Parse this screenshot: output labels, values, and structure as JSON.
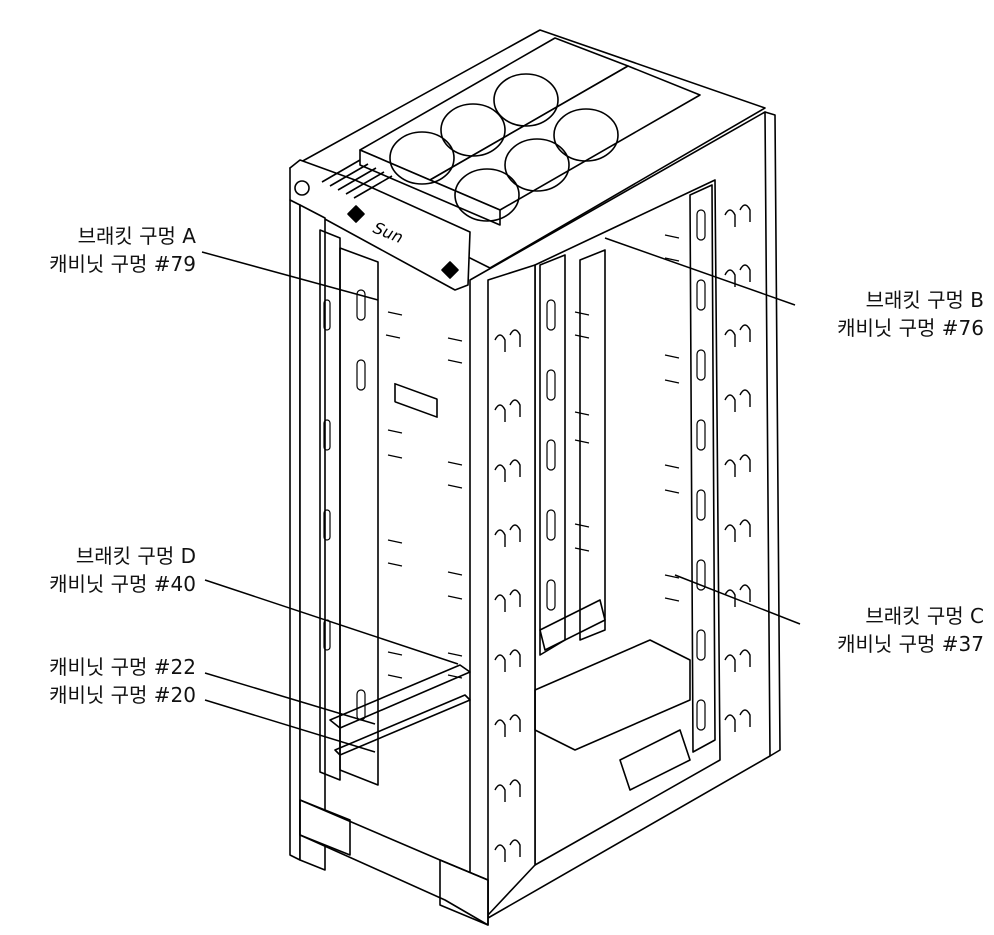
{
  "figure": {
    "brand_logo_text": "Sun",
    "callouts": {
      "a": {
        "line1": "브래킷 구멍 A",
        "line2": "캐비닛 구멍 #79"
      },
      "b": {
        "line1": "브래킷 구멍 B",
        "line2": "캐비닛 구멍 #76"
      },
      "c": {
        "line1": "브래킷 구멍 C",
        "line2": "캐비닛 구멍 #37"
      },
      "d": {
        "line1": "브래킷 구멍 D",
        "line2": "캐비닛 구멍 #40"
      },
      "e": {
        "line1": "캐비닛 구멍 #22"
      },
      "f": {
        "line1": "캐비닛 구멍 #20"
      }
    },
    "colors": {
      "stroke": "#000000",
      "background": "#ffffff"
    }
  }
}
